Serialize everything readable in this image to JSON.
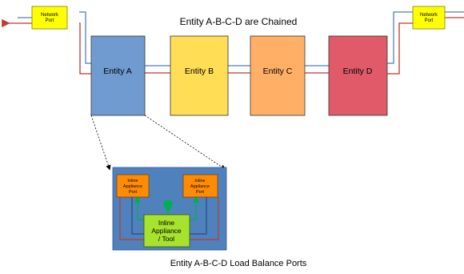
{
  "diagram": {
    "title": "Entity A-B-C-D are Chained",
    "caption": "Entity A-B-C-D Load Balance Ports",
    "network_port_left": {
      "line1": "Network",
      "line2": "Port"
    },
    "network_port_right": {
      "line1": "Network",
      "line2": "Port"
    },
    "entities": [
      {
        "label": "Entity A",
        "color": "#6f9bd1"
      },
      {
        "label": "Entity B",
        "color": "#ffdd55"
      },
      {
        "label": "Entity C",
        "color": "#ffb066"
      },
      {
        "label": "Entity D",
        "color": "#e05a6a"
      }
    ],
    "detail": {
      "port_left": {
        "line1": "Inline",
        "line2": "Appliance",
        "line3": "Port"
      },
      "port_right": {
        "line1": "Inline",
        "line2": "Appliance",
        "line3": "Port"
      },
      "tool": {
        "line1": "Inline",
        "line2": "Appliance",
        "line3": "/ Tool"
      }
    },
    "colors": {
      "network_port": "#ffff00",
      "line_blue": "#4f81bd",
      "line_red": "#c0392b",
      "line_green": "#00b050",
      "detail_bg": "#4f81bd",
      "detail_port": "#ff8c00",
      "tool": "#a6e22e"
    }
  }
}
